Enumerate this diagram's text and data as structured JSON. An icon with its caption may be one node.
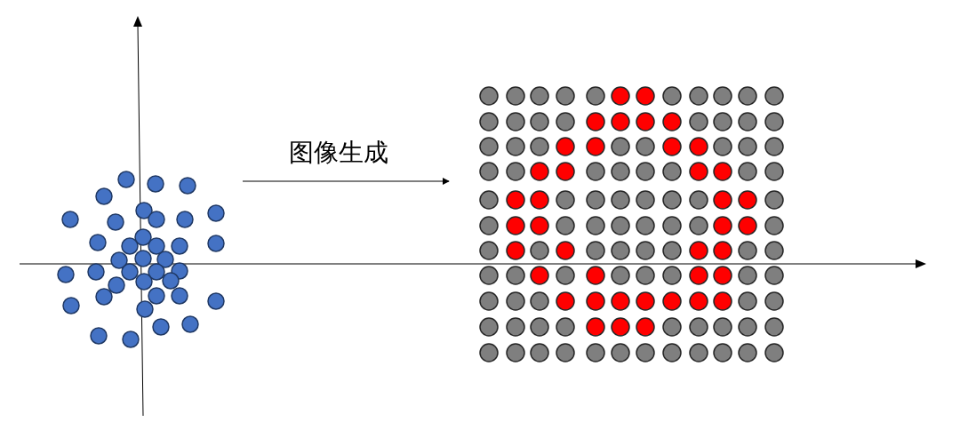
{
  "diagram": {
    "nodes": [
      {
        "text": [],
        "shape": "scatter"
      },
      {
        "text": [],
        "shape": "grid"
      }
    ],
    "edges": [
      {
        "from": 0,
        "to": 1,
        "arrow": "to",
        "label": "图像生成"
      }
    ]
  }
}
